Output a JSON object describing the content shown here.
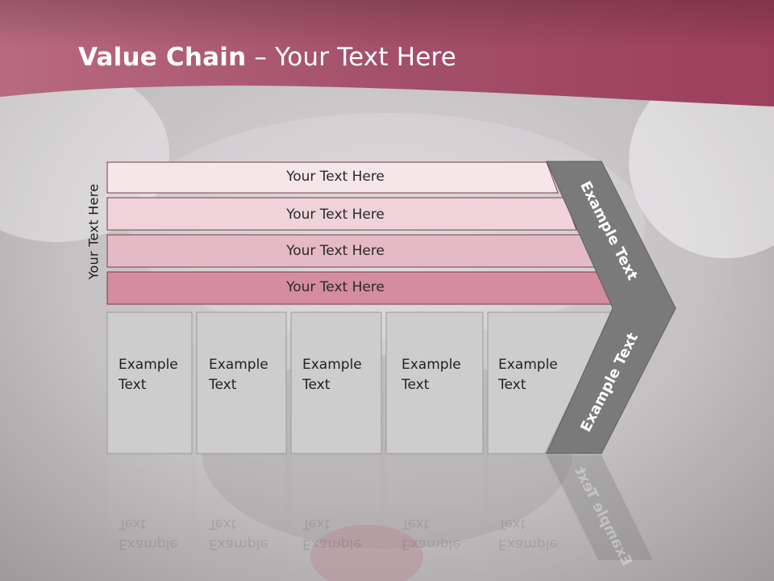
{
  "slide": {
    "title_bold": "Value Chain",
    "title_rest": " – Your Text Here",
    "vertical_label": "Your Text Here",
    "bars": [
      {
        "label": "Your Text Here"
      },
      {
        "label": "Your Text Here"
      },
      {
        "label": "Your Text Here"
      },
      {
        "label": "Your Text Here"
      }
    ],
    "boxes": [
      {
        "line1": "Example",
        "line2": "Text"
      },
      {
        "line1": "Example",
        "line2": "Text"
      },
      {
        "line1": "Example",
        "line2": "Text"
      },
      {
        "line1": "Example",
        "line2": "Text"
      },
      {
        "line1": "Example",
        "line2": "Text"
      }
    ],
    "arrow_upper_label": "Example Text",
    "arrow_lower_label": "Example Text"
  },
  "colors": {
    "header": "#a84a62",
    "bar1": "#f5e6ea",
    "bar2": "#efd2da",
    "bar3": "#e5b9c5",
    "bar4": "#d48c9e",
    "boxes": "#cdcdcd",
    "arrow": "#7a7a7a"
  }
}
